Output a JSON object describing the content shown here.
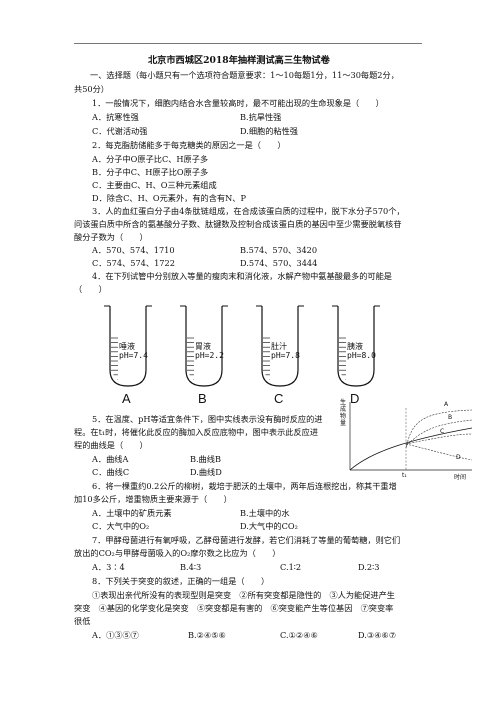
{
  "title": "北京市西城区2018年抽样测试高三生物试卷",
  "section": {
    "line1": "一、选择题（每小题只有一个选项符合题意要求：1～10每题1分，11～30每题2分，",
    "line2": "共50分）"
  },
  "q1": {
    "stem": "1．一般情况下，细胞内结合水含量较高时，最不可能出现的生命现象是（　　）",
    "a": "A．抗寒性强",
    "b": "B.抗旱性强",
    "c": "C．代谢活动强",
    "d": "D.细胞的粘性强"
  },
  "q2": {
    "stem": "2．每克脂肪储能多于每克糖类的原因之一是（　　）",
    "a": "A．分子中O原子比C、H原子多",
    "b": "B．分子中C、H原子比O原子多",
    "c": "C．主要由C、H、O三种元素组成",
    "d": "D．除含C、H、O元素外，有的含有N、P"
  },
  "q3": {
    "line1": "3．人的血红蛋白分子由4条肽链组成，在合成该蛋白质的过程中，脱下水分子570个，",
    "line2": "问该蛋白质中所含的氨基酸分子数、肽键数及控制合成该蛋白质的基因中至少需要脱氧核苷",
    "line3": "酸分子数为（　　）",
    "a": "A．570、574、1710",
    "b": "B.574、570、3420",
    "c": "C．574、574、1722",
    "d": "D.574、570、3444"
  },
  "q4": {
    "line1": "4．在下列试管中分别放入等量的瘦肉末和消化液，水解产物中氨基酸最多的可能是",
    "line2": "（　　）",
    "tubes": [
      {
        "name": "唾液",
        "ph": "pH=7.4",
        "letter": "A"
      },
      {
        "name": "胃液",
        "ph": "pH=2.2",
        "letter": "B"
      },
      {
        "name": "肚汁",
        "ph": "pH=7.8",
        "letter": "C"
      },
      {
        "name": "胰液",
        "ph": "pH=8.0",
        "letter": "D"
      }
    ]
  },
  "q5": {
    "line1": "5．在温度、pH等适宜条件下，图中实线表示没有酶时反应的进",
    "line2": "程。在t₁时，将催化此反应的酶加入反应底物中，图中表示此反应进",
    "line3": "程的曲线是（　　）",
    "a": "A．曲线A",
    "b": "B.曲线B",
    "c": "C．曲线C",
    "d": "D.曲线D",
    "chart": {
      "ylabel": "生成物量",
      "xlabel": "时间",
      "t1": "t₁",
      "curves": [
        "A",
        "B",
        "C",
        "D"
      ]
    }
  },
  "q6": {
    "line1": "6．将一棵重约0.2公斤的柳树，栽培于肥沃的土壤中，两年后连根挖出，称其干重增",
    "line2": "加10多公斤，增重物质主要来源于（　　）",
    "a": "A．土壤中的矿质元素",
    "b": "B.土壤中的水",
    "c": "C．大气中的O₂",
    "d": "D.大气中的CO₂"
  },
  "q7": {
    "line1": "7．甲酵母菌进行有氧呼吸，乙酵母菌进行发酵，若它们消耗了等量的葡萄糖，则它们",
    "line2": "放出的CO₂与甲酵母菌吸入的O₂摩尔数之比应为（　　）",
    "a": "A．3∶4",
    "b": "B.4∶3",
    "c": "C.1∶2",
    "d": "D.2∶3"
  },
  "q8": {
    "stem": "8．下列关于突变的叙述，正确的一组是（　　）",
    "line1": "①表现出亲代所没有的表现型则是突变　②所有突变都是隐性的　③人为能促进产生",
    "line2": "突变　④基因的化学变化是突变　⑤突变都是有害的　⑥突变能产生等位基因　⑦突变率",
    "line3": "很低",
    "a": "A．①③⑤⑦",
    "b": "B.②④⑤⑥",
    "c": "C.①②④⑥",
    "d": "D.③④⑥⑦"
  }
}
